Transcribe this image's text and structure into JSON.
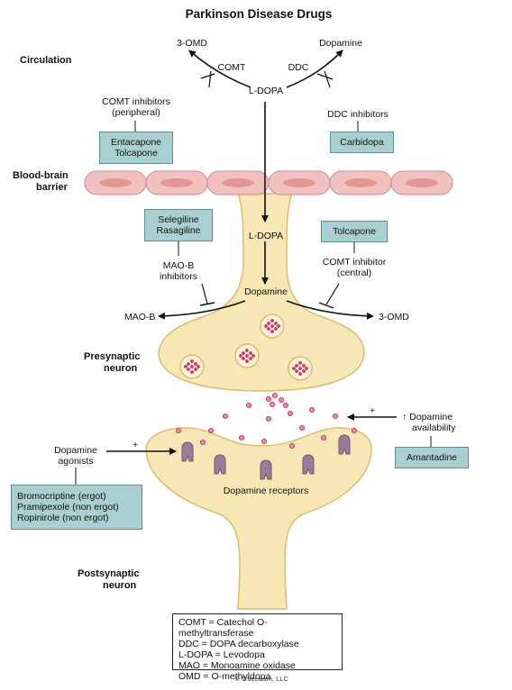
{
  "title": "Parkinson Disease Drugs",
  "regions": {
    "circulation": "Circulation",
    "bbb_line1": "Blood-brain",
    "bbb_line2": "barrier",
    "presynaptic_line1": "Presynaptic",
    "presynaptic_line2": "neuron",
    "postsynaptic_line1": "Postsynaptic",
    "postsynaptic_line2": "neuron"
  },
  "circulation": {
    "three_omd": "3-OMD",
    "dopamine": "Dopamine",
    "comt": "COMT",
    "ddc": "DDC",
    "ldopa": "L-DOPA"
  },
  "comt_inhibitors_peripheral": {
    "label_line1": "COMT inhibitors",
    "label_line2": "(peripheral)",
    "drug1": "Entacapone",
    "drug2": "Tolcapone"
  },
  "ddc_inhibitors": {
    "label": "DDC inhibitors",
    "drug": "Carbidopa"
  },
  "mao_b_inhibitors": {
    "drug1": "Selegiline",
    "drug2": "Rasagiline",
    "label_line1": "MAO-B",
    "label_line2": "inhibitors"
  },
  "comt_inhibitor_central": {
    "drug": "Tolcapone",
    "label_line1": "COMT inhibitor",
    "label_line2": "(central)"
  },
  "brain": {
    "ldopa": "L-DOPA",
    "dopamine": "Dopamine",
    "mao_b": "MAO-B",
    "three_omd": "3-OMD"
  },
  "dopamine_agonists": {
    "label_line1": "Dopamine",
    "label_line2": "agonists",
    "plus": "+",
    "drug1": "Bromocriptine (ergot)",
    "drug2": "Pramipexole (non ergot)",
    "drug3": "Ropinirole (non ergot)"
  },
  "amantadine": {
    "plus": "+",
    "label_line1": "↑ Dopamine",
    "label_line2": "availability",
    "drug": "Amantadine"
  },
  "receptors_label": "Dopamine receptors",
  "legend": {
    "line1": "COMT = Catechol O-methyltransferase",
    "line2": "DDC = DOPA decarboxylase",
    "line3": "L-DOPA = Levodopa",
    "line4": "MAO = Monoamine oxidase",
    "line5": "OMD = O-methyldopa"
  },
  "copyright": "© TrueLearn, LLC",
  "colors": {
    "neuron_fill": "#f7e7b4",
    "neuron_stroke": "#d9bd72",
    "drug_box": "#a9cfd1",
    "cell_fill": "#f1c1bf",
    "cell_nucleus": "#e39795",
    "receptor": "#9a7c9a",
    "vesicle_dot": "#cf3a5e"
  }
}
